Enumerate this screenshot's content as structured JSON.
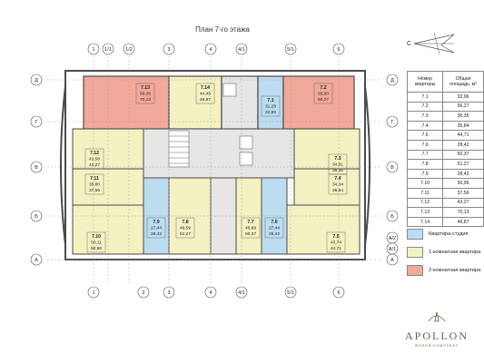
{
  "title": "План 7-го этажа",
  "colors": {
    "studio": "#bcdcf0",
    "one_room": "#f4f1c2",
    "two_room": "#f2a89a",
    "core": "#e6e6e6",
    "wall": "#4a4a4a"
  },
  "axes": {
    "columns": [
      "1",
      "1/1",
      "1/2",
      "3",
      "4",
      "4/1",
      "5/1",
      "6"
    ],
    "columns_bottom": [
      "1",
      "2",
      "3",
      "4",
      "4/1",
      "5/1",
      "6"
    ],
    "rows_left": [
      "Д",
      "Г",
      "В",
      "Б",
      "А"
    ],
    "rows_right": [
      "Д",
      "Г",
      "В",
      "Б",
      "А/2",
      "А/1",
      "А"
    ]
  },
  "apartments": [
    {
      "id": "7.13",
      "area_total": "69,36",
      "area_living": "70,13",
      "type": "two_room"
    },
    {
      "id": "7.14",
      "area_total": "44,45",
      "area_living": "46,87",
      "type": "one_room"
    },
    {
      "id": "7.1",
      "area_total": "31,28",
      "area_living": "32,96",
      "type": "studio"
    },
    {
      "id": "7.2",
      "area_total": "55,60",
      "area_living": "56,27",
      "type": "two_room"
    },
    {
      "id": "7.12",
      "area_total": "41,58",
      "area_living": "43,27",
      "type": "one_room"
    },
    {
      "id": "7.11",
      "area_total": "35,80",
      "area_living": "37,56",
      "type": "one_room"
    },
    {
      "id": "7.3",
      "area_total": "34,91",
      "area_living": "36,35",
      "type": "one_room"
    },
    {
      "id": "7.4",
      "area_total": "34,34",
      "area_living": "35,84",
      "type": "one_room"
    },
    {
      "id": "7.10",
      "area_total": "50,11",
      "area_living": "50,96",
      "type": "one_room"
    },
    {
      "id": "7.9",
      "area_total": "27,44",
      "area_living": "28,42",
      "type": "studio"
    },
    {
      "id": "7.8",
      "area_total": "49,59",
      "area_living": "51,27",
      "type": "one_room"
    },
    {
      "id": "7.7",
      "area_total": "48,69",
      "area_living": "50,37",
      "type": "one_room"
    },
    {
      "id": "7.6",
      "area_total": "27,44",
      "area_living": "28,42",
      "type": "studio"
    },
    {
      "id": "7.5",
      "area_total": "43,74",
      "area_living": "44,71",
      "type": "one_room"
    }
  ],
  "table": {
    "header_number": "Номер квартиры",
    "header_area": "Общая площадь, м²",
    "rows": [
      [
        "7.1",
        "32,96"
      ],
      [
        "7.2",
        "56,27"
      ],
      [
        "7.3",
        "36,35"
      ],
      [
        "7.4",
        "35,84"
      ],
      [
        "7.5",
        "44,71"
      ],
      [
        "7.6",
        "28,42"
      ],
      [
        "7.7",
        "50,37"
      ],
      [
        "7.8",
        "51,27"
      ],
      [
        "7.9",
        "28,42"
      ],
      [
        "7.10",
        "50,96"
      ],
      [
        "7.11",
        "37,56"
      ],
      [
        "7.12",
        "43,27"
      ],
      [
        "7.13",
        "70,13"
      ],
      [
        "7.14",
        "46,87"
      ]
    ]
  },
  "legend": [
    {
      "label": "Квартира-студия",
      "color": "#bcdcf0"
    },
    {
      "label": "1-комнатная квартира",
      "color": "#f4f1c2"
    },
    {
      "label": "2-комнатная квартира",
      "color": "#f2a89a"
    }
  ],
  "compass": {
    "label": "С"
  },
  "logo": {
    "name": "APOLLON",
    "tagline": "ЖИЛОЙ КОМПЛЕКС"
  }
}
